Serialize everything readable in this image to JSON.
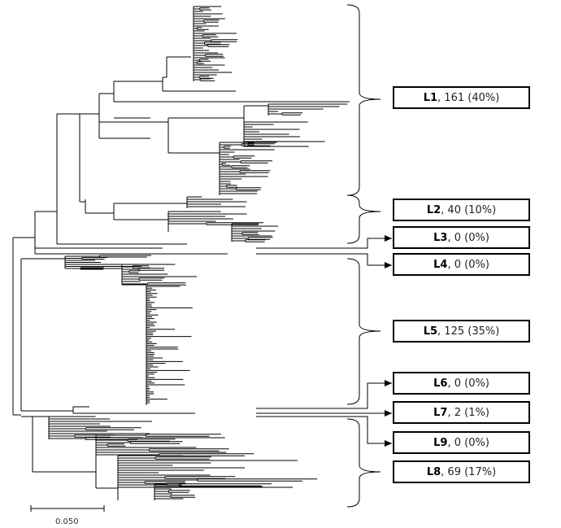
{
  "tree": {
    "scale_bar_label": "0.050",
    "line_color": "#000000"
  },
  "lineages": [
    {
      "label": "L1",
      "detail": ", 161 (40%)"
    },
    {
      "label": "L2",
      "detail": ", 40 (10%)"
    },
    {
      "label": "L3",
      "detail": ", 0 (0%)"
    },
    {
      "label": "L4",
      "detail": ", 0 (0%)"
    },
    {
      "label": "L5",
      "detail": ", 125 (35%)"
    },
    {
      "label": "L6",
      "detail": ", 0 (0%)"
    },
    {
      "label": "L7",
      "detail": ", 2 (1%)"
    },
    {
      "label": "L9",
      "detail": ", 0 (0%)"
    },
    {
      "label": "L8",
      "detail": ", 69 (17%)"
    }
  ]
}
